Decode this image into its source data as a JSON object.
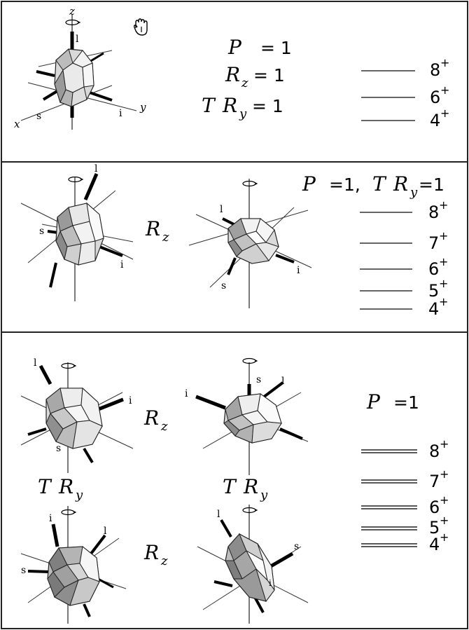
{
  "top": {
    "eq_p": "= 1",
    "eq_rz_sub": "z",
    "eq_rz": "= 1",
    "eq_try_sub": "y",
    "eq_try": "= 1",
    "axis_z": "z",
    "axis_x": "x",
    "axis_y": "y",
    "tag_l": "l",
    "tag_s": "s",
    "tag_i": "i",
    "levels": [
      "8",
      "6",
      "4"
    ]
  },
  "middle": {
    "header_p": "=1,",
    "header_try_sub": "y",
    "header_try": "=1",
    "op_rz_sub": "z",
    "tag_l": "l",
    "tag_s": "s",
    "tag_i": "i",
    "levels": [
      "8",
      "7",
      "6",
      "5",
      "4"
    ]
  },
  "bottom": {
    "label_p": "=1",
    "op_rz_sub": "z",
    "op_try_sub": "y",
    "tag_l": "l",
    "tag_s": "s",
    "tag_i": "i",
    "levels": [
      "8",
      "7",
      "6",
      "5",
      "4"
    ]
  },
  "symbols": {
    "P": "P",
    "R": "R",
    "T": "T",
    "plus": "+"
  },
  "colors": {
    "frame": "#222222",
    "light": "#ececec",
    "mid": "#c4c4c4",
    "dark": "#8a8a8a",
    "line": "#333333"
  }
}
